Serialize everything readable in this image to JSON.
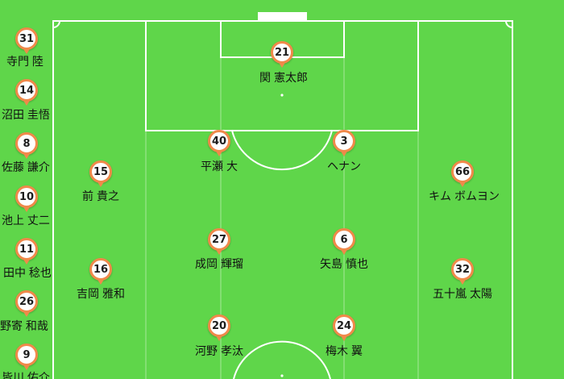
{
  "bench": [
    {
      "number": "31",
      "name": "寺門 陸"
    },
    {
      "number": "14",
      "name": "沼田 圭悟"
    },
    {
      "number": "8",
      "name": "佐藤 謙介"
    },
    {
      "number": "10",
      "name": "池上 丈二"
    },
    {
      "number": "11",
      "name": "田中 稔也"
    },
    {
      "number": "26",
      "name": "野寄 和哉"
    },
    {
      "number": "9",
      "name": "皆川 佑介"
    }
  ],
  "starters": [
    {
      "number": "21",
      "name": "関 憲太郎"
    },
    {
      "number": "40",
      "name": "平瀬 大"
    },
    {
      "number": "3",
      "name": "ヘナン"
    },
    {
      "number": "15",
      "name": "前 貴之"
    },
    {
      "number": "66",
      "name": "キム ボムヨン"
    },
    {
      "number": "27",
      "name": "成岡 輝瑠"
    },
    {
      "number": "6",
      "name": "矢島 慎也"
    },
    {
      "number": "16",
      "name": "吉岡 雅和"
    },
    {
      "number": "32",
      "name": "五十嵐 太陽"
    },
    {
      "number": "20",
      "name": "河野 孝汰"
    },
    {
      "number": "24",
      "name": "梅木 翼"
    }
  ],
  "colors": {
    "pitch": "#5fd64a",
    "lines": "#ffffff",
    "pin_border": "#f0894a"
  }
}
